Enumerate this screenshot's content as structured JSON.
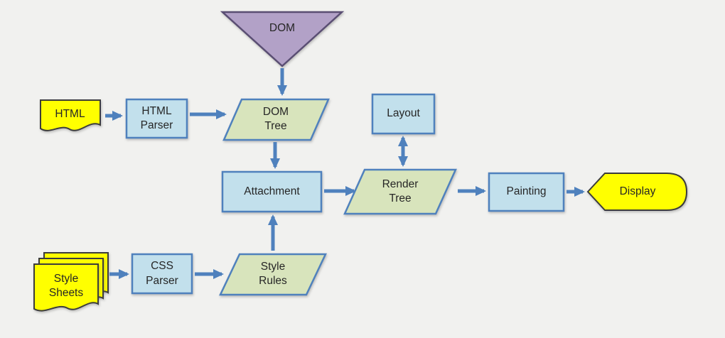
{
  "diagram": {
    "title": "Browser rendering pipeline flowchart"
  },
  "colors": {
    "background": "#f1f1ef",
    "box_fill": "#c2e0ec",
    "box_border": "#4f81bd",
    "parallelogram_fill": "#d8e4bc",
    "triangle_fill": "#b2a1c7",
    "triangle_border": "#5a4e73",
    "yellow_fill": "#ffff00",
    "yellow_border": "#3c3c3c",
    "arrow": "#4f81bd",
    "text": "#262626"
  },
  "nodes": {
    "dom": {
      "label": "DOM"
    },
    "html_doc": {
      "label": "HTML"
    },
    "html_parser": {
      "label": "HTML\nParser"
    },
    "dom_tree": {
      "label": "DOM\nTree"
    },
    "layout": {
      "label": "Layout"
    },
    "attachment": {
      "label": "Attachment"
    },
    "render_tree": {
      "label": "Render\nTree"
    },
    "painting": {
      "label": "Painting"
    },
    "display": {
      "label": "Display"
    },
    "style_sheets": {
      "label": "Style\nSheets"
    },
    "css_parser": {
      "label": "CSS\nParser"
    },
    "style_rules": {
      "label": "Style\nRules"
    }
  }
}
